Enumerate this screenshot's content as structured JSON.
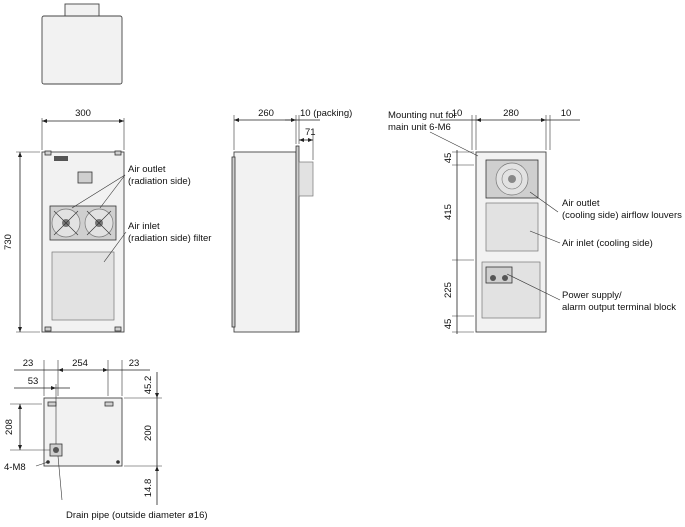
{
  "labels": {
    "air_outlet_radiation": [
      "Air outlet",
      "(radiation side)"
    ],
    "air_inlet_radiation": [
      "Air inlet",
      "(radiation side) filter"
    ],
    "mounting_nut": [
      "Mounting nut for",
      "main unit 6-M6"
    ],
    "air_outlet_cooling": [
      "Air outlet",
      "(cooling side) airflow louvers"
    ],
    "air_inlet_cooling": "Air inlet (cooling side)",
    "power_supply": [
      "Power supply/",
      "alarm output terminal block"
    ],
    "bolt_holes": "4-M8",
    "drain_pipe": "Drain pipe (outside diameter ø16)"
  },
  "dimensions": {
    "front_width": "300",
    "front_height": "730",
    "side_depth": "260",
    "side_packing": "10 (packing)",
    "side_flange": "71",
    "rear_left": "10",
    "rear_width": "280",
    "rear_right": "10",
    "rear_45_top": "45",
    "rear_415": "415",
    "rear_225": "225",
    "rear_45_bottom": "45",
    "bottom_23_left": "23",
    "bottom_254": "254",
    "bottom_23_right": "23",
    "bottom_53": "53",
    "bottom_45_2": "45.2",
    "bottom_208": "208",
    "bottom_200": "200",
    "bottom_14_8": "14.8"
  }
}
